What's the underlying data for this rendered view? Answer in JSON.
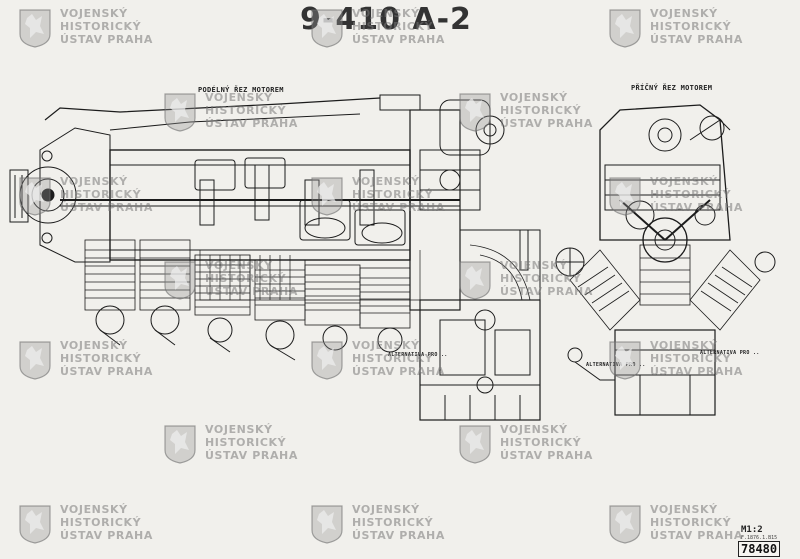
{
  "drawing": {
    "title": "9-410 A-2",
    "longitudinal_label": "PODÉLNÝ ŘEZ MOTOREM",
    "cross_label": "PŘÍČNÝ ŘEZ MOTOREM",
    "annotations": [
      "ALTERNATIVA PRO ..",
      "ALTERNATIVA PRO ..",
      "ALTERNATIVA PRO .."
    ],
    "sheet_code": "M1:2",
    "sheet_sub": "F.1876.1.B15",
    "archive_number": "78480"
  },
  "watermark": {
    "line1": "VOJENSKÝ",
    "line2": "HISTORICKÝ",
    "line3": "ÚSTAV PRAHA"
  }
}
